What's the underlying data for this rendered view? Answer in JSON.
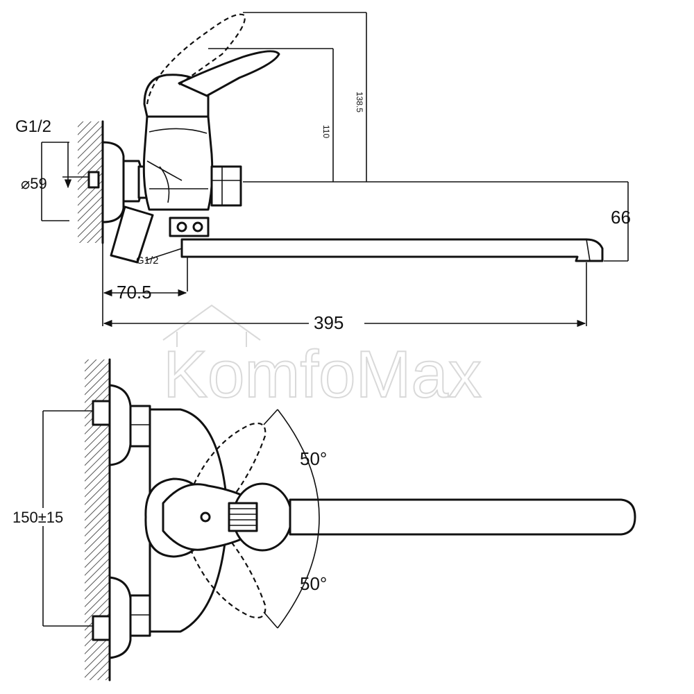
{
  "watermark": "KomfoMax",
  "side_view": {
    "thread_top": "G1/2",
    "diameter": "⌀59",
    "thread_bottom": "G1/2",
    "height_110": "110",
    "height_138": "138.5",
    "drop_66": "66",
    "offset_70": "70.5",
    "length_395": "395"
  },
  "top_view": {
    "spacing": "150±15",
    "angle_upper": "50°",
    "angle_lower": "50°"
  }
}
